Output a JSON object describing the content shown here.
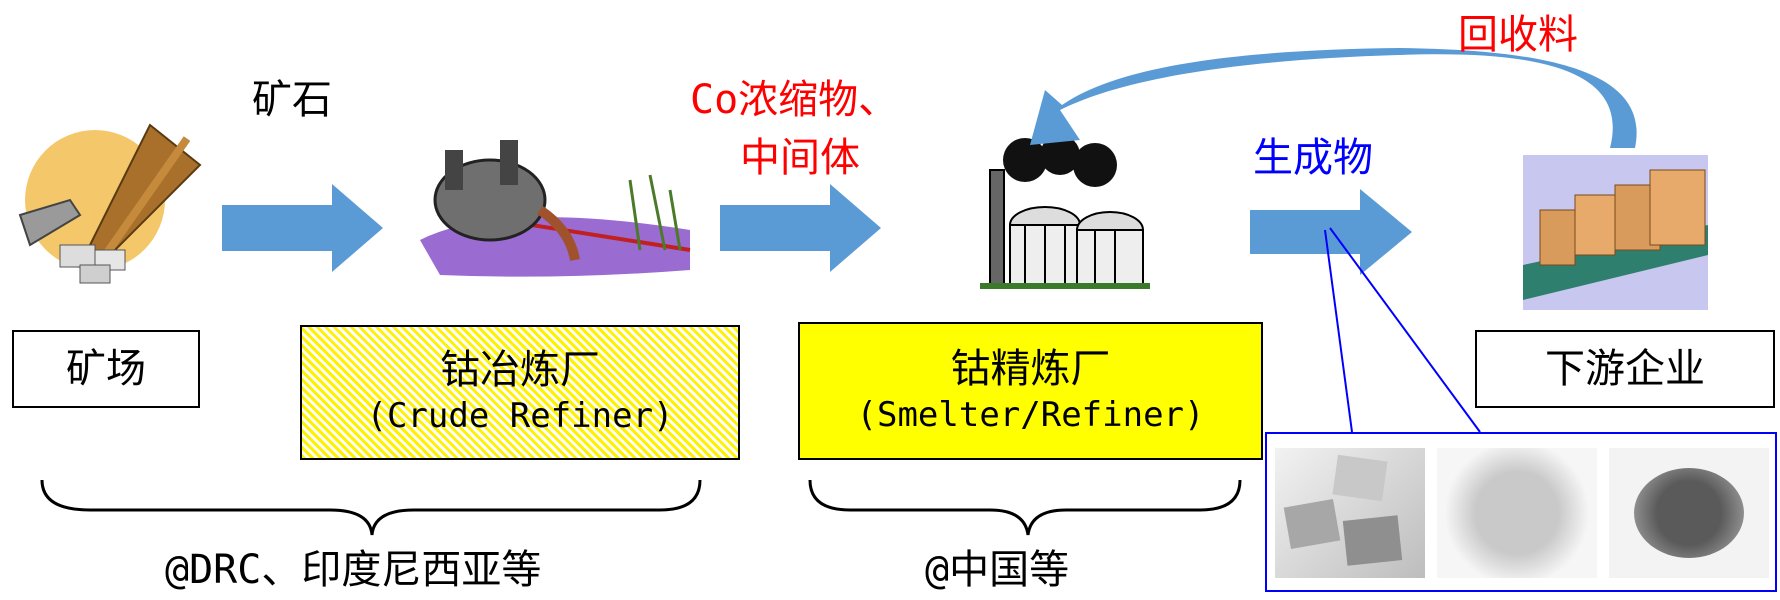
{
  "stages": {
    "mine": "矿场",
    "crude_refiner": {
      "name": "钴冶炼厂",
      "en": "(Crude Refiner)"
    },
    "smelter_refiner": {
      "name": "钴精炼厂",
      "en": "(Smelter/Refiner)"
    },
    "downstream": "下游企业"
  },
  "flows": {
    "ore": "矿石",
    "concentrate_line1": "Co浓缩物、",
    "concentrate_line2": "中间体",
    "product": "生成物",
    "recycled": "回收料"
  },
  "regions": {
    "upstream": "@DRC、印度尼西亚等",
    "midstream": "@中国等"
  },
  "colors": {
    "arrow": "#5b9bd5",
    "highlight": "#ffff00",
    "red_text": "#ff0000",
    "blue_text": "#0000ff"
  },
  "icons": [
    "mining-pickaxe-icon",
    "smelter-crucible-icon",
    "refinery-factory-icon",
    "conveyor-boxes-icon"
  ]
}
